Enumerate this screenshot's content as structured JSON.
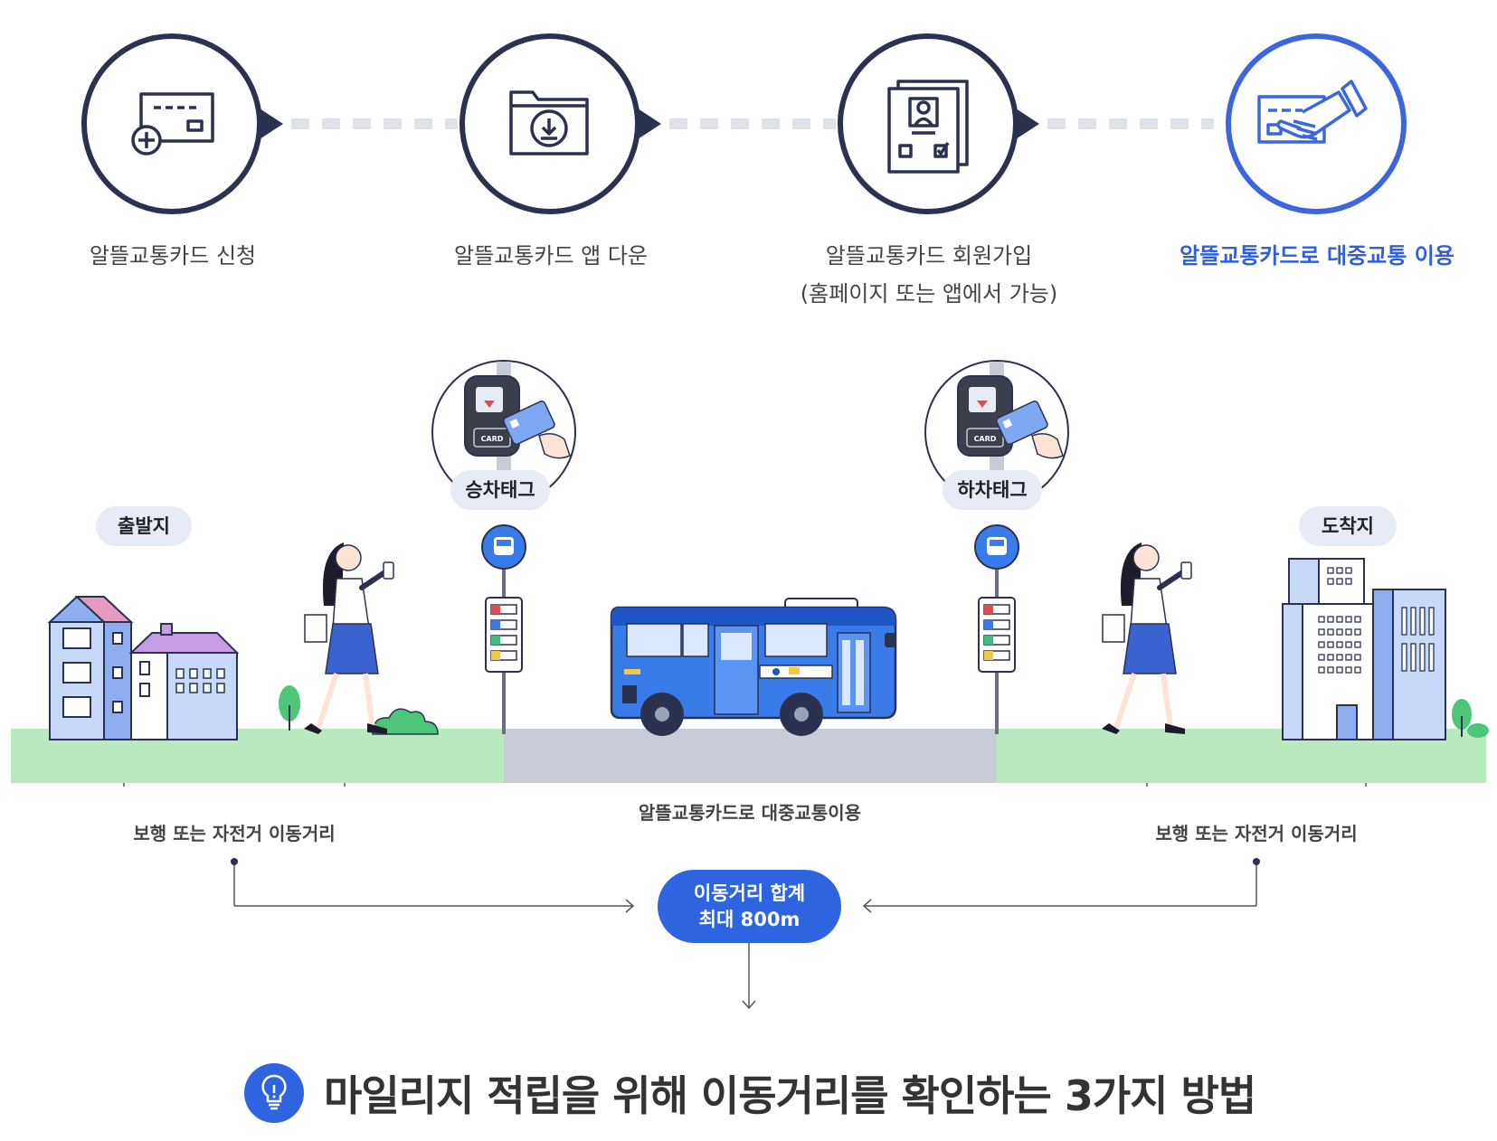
{
  "steps": [
    {
      "label": "알뜰교통카드 신청",
      "icon": "card-add-icon"
    },
    {
      "label": "알뜰교통카드 앱 다운",
      "icon": "folder-download-icon"
    },
    {
      "label": "알뜰교통카드 회원가입",
      "sub": "(홈페이지 또는 앱에서 가능)",
      "icon": "member-form-icon"
    },
    {
      "label": "알뜰교통카드로 대중교통 이용",
      "icon": "card-hand-icon"
    }
  ],
  "scene": {
    "origin": "출발지",
    "destination": "도착지",
    "board_tag": "승차태그",
    "alight_tag": "하차태그",
    "card_text": "CARD",
    "walk_left": "보행 또는 자전거 이동거리",
    "transit": "알뜰교통카드로 대중교통이용",
    "walk_right": "보행 또는 자전거 이동거리",
    "total_line1": "이동거리 합계",
    "total_line2": "최대 800m"
  },
  "footer": {
    "title": "마일리지 적립을 위해 이동거리를 확인하는 3가지 방법",
    "icon": "lightbulb-icon"
  },
  "colors": {
    "navy": "#2b3250",
    "accent": "#2f64e0",
    "grass": "#b9eabf",
    "road": "#c8ccd8",
    "bus": "#3a7bea",
    "pill": "#e6ebf5"
  }
}
